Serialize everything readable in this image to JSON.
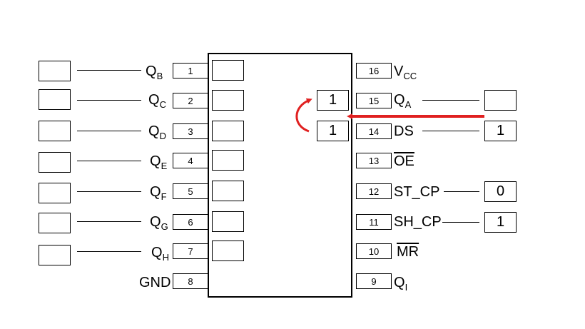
{
  "left_pins": [
    {
      "number": "1",
      "label": "Q",
      "sub": "B"
    },
    {
      "number": "2",
      "label": "Q",
      "sub": "C"
    },
    {
      "number": "3",
      "label": "Q",
      "sub": "D"
    },
    {
      "number": "4",
      "label": "Q",
      "sub": "E"
    },
    {
      "number": "5",
      "label": "Q",
      "sub": "F"
    },
    {
      "number": "6",
      "label": "Q",
      "sub": "G"
    },
    {
      "number": "7",
      "label": "Q",
      "sub": "H"
    },
    {
      "number": "8",
      "label": "GND",
      "sub": ""
    }
  ],
  "right_pins": [
    {
      "number": "16",
      "label": "V",
      "sub": "CC"
    },
    {
      "number": "15",
      "label": "Q",
      "sub": "A"
    },
    {
      "number": "14",
      "label": "DS",
      "sub": ""
    },
    {
      "number": "13",
      "label": "OE",
      "sub": ""
    },
    {
      "number": "12",
      "label": "ST_CP",
      "sub": ""
    },
    {
      "number": "11",
      "label": "SH_CP",
      "sub": ""
    },
    {
      "number": "10",
      "label": "MR",
      "sub": ""
    },
    {
      "number": "9",
      "label": "Q",
      "sub": "I"
    }
  ],
  "register_values": {
    "qa": "1",
    "ds": "1"
  },
  "input_values": {
    "ds": "1",
    "st_cp": "0",
    "sh_cp": "1"
  },
  "arrow_color": "#e02020"
}
